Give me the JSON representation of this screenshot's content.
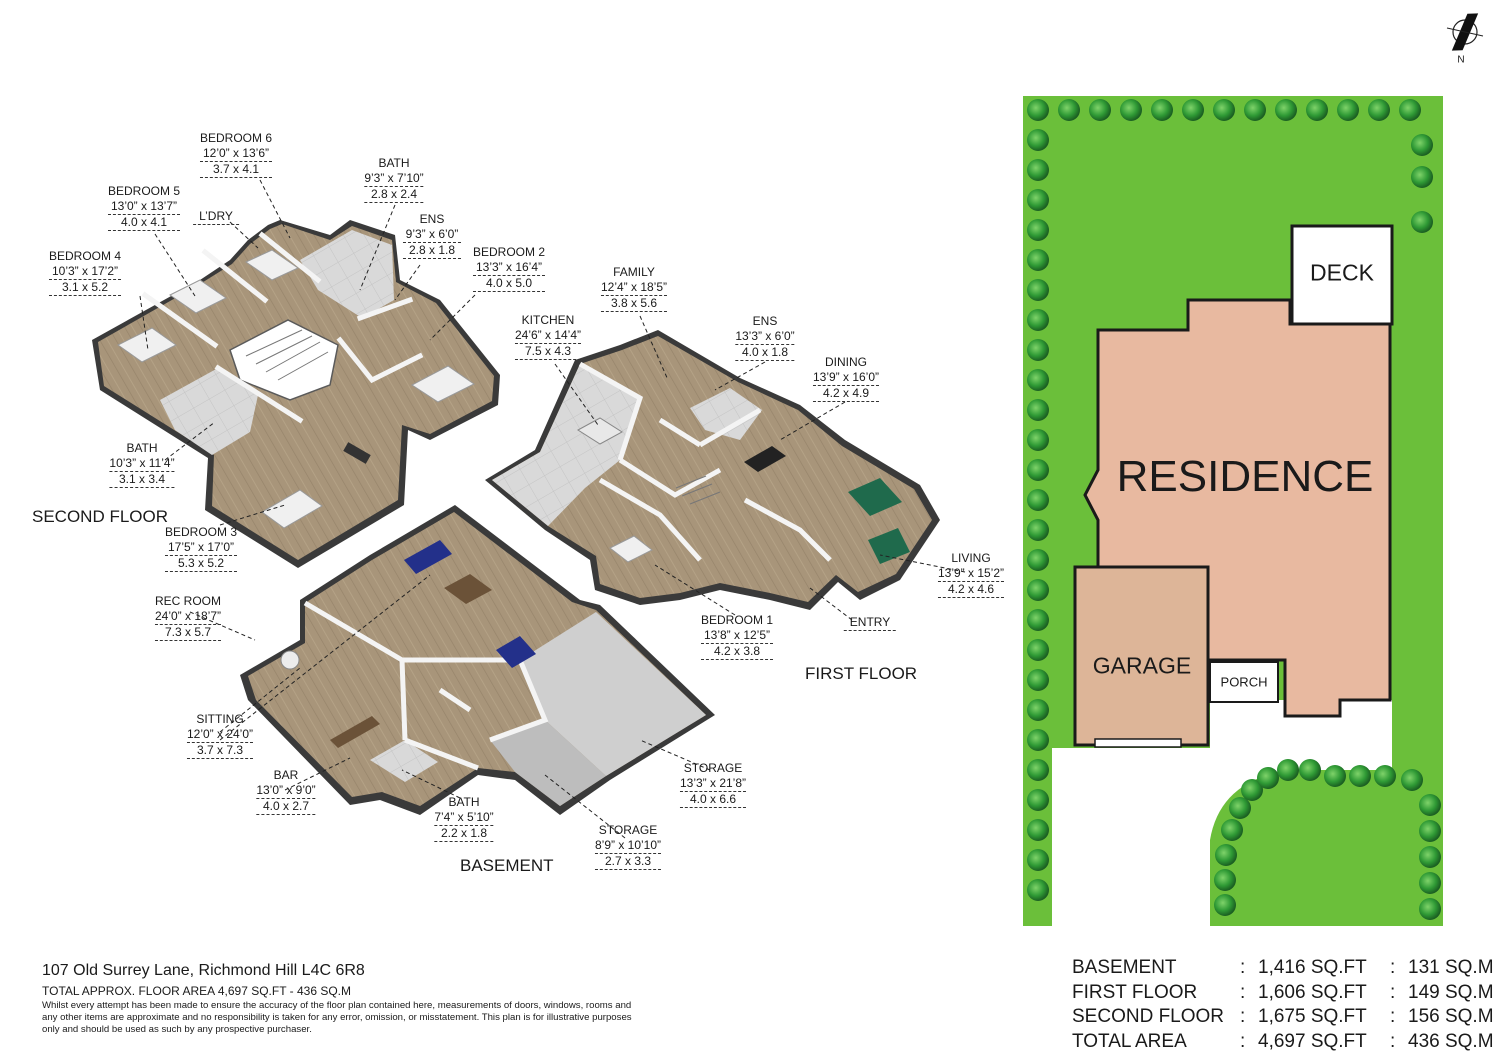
{
  "compass": {
    "letter": "N"
  },
  "floors": {
    "second": "SECOND FLOOR",
    "first": "FIRST FLOOR",
    "basement": "BASEMENT"
  },
  "rooms": {
    "bedroom6": {
      "name": "BEDROOM 6",
      "imperial": "12’0” x 13’6”",
      "metric": "3.7 x 4.1"
    },
    "bedroom5": {
      "name": "BEDROOM 5",
      "imperial": "13’0” x 13’7”",
      "metric": "4.0 x 4.1"
    },
    "ldry": {
      "name": "L’DRY"
    },
    "bath_upper": {
      "name": "BATH",
      "imperial": "9’3” x 7’10”",
      "metric": "2.8 x 2.4"
    },
    "ens_upper": {
      "name": "ENS",
      "imperial": "9’3” x 6’0”",
      "metric": "2.8 x 1.8"
    },
    "bedroom4": {
      "name": "BEDROOM 4",
      "imperial": "10’3” x 17’2”",
      "metric": "3.1 x 5.2"
    },
    "bedroom2": {
      "name": "BEDROOM 2",
      "imperial": "13’3” x 16’4”",
      "metric": "4.0 x 5.0"
    },
    "bath_second": {
      "name": "BATH",
      "imperial": "10’3” x 11’4”",
      "metric": "3.1 x 3.4"
    },
    "bedroom3": {
      "name": "BEDROOM 3",
      "imperial": "17’5” x 17’0”",
      "metric": "5.3 x 5.2"
    },
    "family": {
      "name": "FAMILY",
      "imperial": "12’4” x 18’5”",
      "metric": "3.8 x 5.6"
    },
    "kitchen": {
      "name": "KITCHEN",
      "imperial": "24’6” x 14’4”",
      "metric": "7.5 x 4.3"
    },
    "ens_first": {
      "name": "ENS",
      "imperial": "13’3” x 6’0”",
      "metric": "4.0 x 1.8"
    },
    "dining": {
      "name": "DINING",
      "imperial": "13’9” x 16’0”",
      "metric": "4.2 x 4.9"
    },
    "living": {
      "name": "LIVING",
      "imperial": "13’9” x 15’2”",
      "metric": "4.2 x 4.6"
    },
    "entry": {
      "name": "ENTRY"
    },
    "bedroom1": {
      "name": "BEDROOM 1",
      "imperial": "13’8” x 12’5”",
      "metric": "4.2 x 3.8"
    },
    "rec_room": {
      "name": "REC ROOM",
      "imperial": "24’0” x 18’7”",
      "metric": "7.3 x 5.7"
    },
    "sitting": {
      "name": "SITTING",
      "imperial": "12’0” x 24’0”",
      "metric": "3.7 x 7.3"
    },
    "bar": {
      "name": "BAR",
      "imperial": "13’0” x 9’0”",
      "metric": "4.0 x 2.7"
    },
    "bath_basement": {
      "name": "BATH",
      "imperial": "7’4” x 5’10”",
      "metric": "2.2 x 1.8"
    },
    "storage1": {
      "name": "STORAGE",
      "imperial": "13’3” x 21’8”",
      "metric": "4.0 x 6.6"
    },
    "storage2": {
      "name": "STORAGE",
      "imperial": "8’9” x 10’10”",
      "metric": "2.7 x 3.3"
    }
  },
  "site": {
    "deck": "DECK",
    "residence": "RESIDENCE",
    "garage": "GARAGE",
    "porch": "PORCH"
  },
  "areas": [
    {
      "label": "BASEMENT",
      "sep1": ":",
      "sqft": "1,416 SQ.FT",
      "sep2": ":",
      "sqm": "131 SQ.M"
    },
    {
      "label": "FIRST FLOOR",
      "sep1": ":",
      "sqft": "1,606 SQ.FT",
      "sep2": ":",
      "sqm": "149 SQ.M"
    },
    {
      "label": "SECOND FLOOR",
      "sep1": ":",
      "sqft": "1,675 SQ.FT",
      "sep2": ":",
      "sqm": "156 SQ.M"
    },
    {
      "label": "TOTAL AREA",
      "sep1": ":",
      "sqft": "4,697 SQ.FT",
      "sep2": ":",
      "sqm": "436 SQ.M"
    }
  ],
  "footer": {
    "address": "107 Old Surrey Lane, Richmond Hill L4C 6R8",
    "total": "TOTAL APPROX. FLOOR AREA 4,697 SQ.FT - 436 SQ.M",
    "disclaimer": "Whilst every attempt has been made to ensure the accuracy of the floor plan contained here, measurements of doors, windows, rooms and any other items are approximate and no responsibility is taken for any error, omission, or misstatement. This plan is for illustrative purposes only and should be used as such by any prospective purchaser."
  },
  "colors": {
    "lawn": "#6bbf3a",
    "tree": "#2f8f2f",
    "residence": "#e8b9a0",
    "garage": "#ddb598",
    "floor": "#a8957a",
    "tile": "#d8d8d8",
    "wall": "#3a3a3a"
  }
}
